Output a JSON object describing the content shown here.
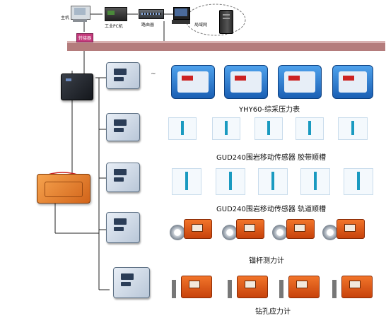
{
  "top_labels": {
    "host": "主机",
    "industrial_pc": "工业PC机",
    "switch": "路由器",
    "network_label": "局域网",
    "interface_tag": "转接器"
  },
  "captions": {
    "row1": "YHY60-综采压力表",
    "row2": "GUD240围岩移动传感器 胶带顺槽",
    "row3": "GUD240围岩移动传感器 轨道顺槽",
    "row4": "锚杆测力计",
    "row5": "钻孔应力计"
  },
  "icons": {
    "host": "host-computer-icon",
    "industrial_pc": "industrial-pc-icon",
    "switch": "network-switch-icon",
    "workstation": "workstation-icon",
    "server": "server-tower-icon"
  },
  "colors": {
    "backbone_bar": "#b47c7c",
    "tag": "#c43a7c",
    "hub": "#e8892f"
  }
}
